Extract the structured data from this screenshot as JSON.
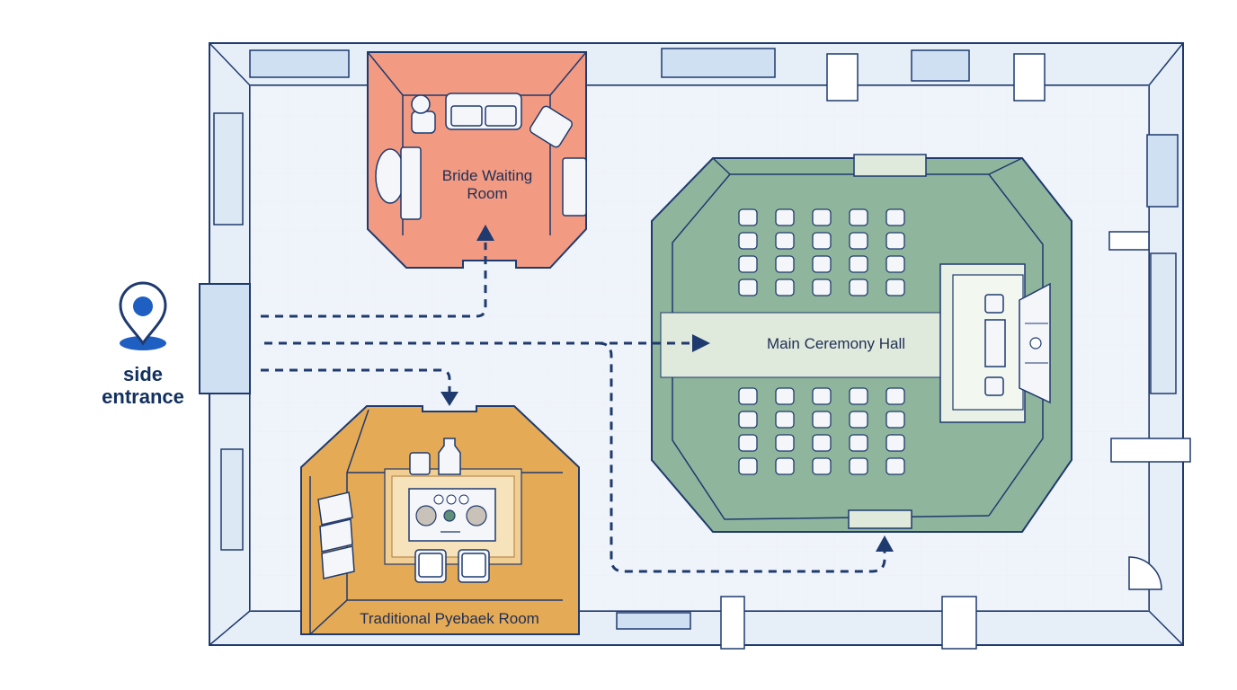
{
  "labels": {
    "bride_room": "Bride Waiting Room",
    "main_hall": "Main Ceremony Hall",
    "pyebaek_room": "Traditional Pyebaek Room",
    "entrance": "side entrance"
  },
  "colors": {
    "outline": "#1f3a6e",
    "wall_fill": "#e6eef8",
    "floor": "#ffffff",
    "grid": "#e3e9f1",
    "bride_room": "#f29a82",
    "main_hall": "#8fb59d",
    "pyebaek_room": "#e5aa55",
    "aisle": "#dfe9dc",
    "path": "#1f3a6e",
    "marker": "#1f5fc2"
  },
  "icons": [
    "location-pin-icon",
    "arrow-up-icon",
    "arrow-down-icon",
    "arrow-right-icon"
  ]
}
